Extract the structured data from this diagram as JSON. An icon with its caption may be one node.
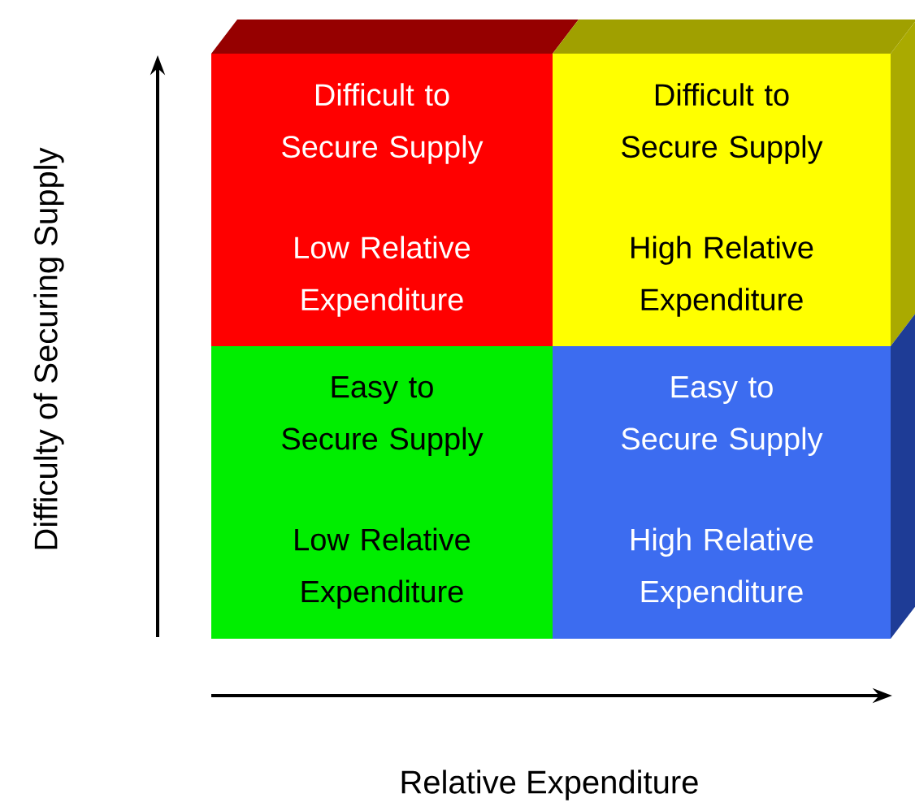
{
  "diagram": {
    "nodes": [
      {
        "text": [
          "Difficult to Secure Supply",
          "Low Relative Expenditure"
        ]
      },
      {
        "text": [
          "Difficult to Secure Supply",
          "High Relative Expenditure"
        ]
      },
      {
        "text": [
          "Easy to Secure Supply",
          "Low Relative Expenditure"
        ]
      },
      {
        "text": [
          "Easy to Secure Supply",
          "High Relative Expenditure"
        ]
      }
    ],
    "labels": [
      "Difficulty of Securing Supply",
      "Relative Expenditure"
    ]
  }
}
